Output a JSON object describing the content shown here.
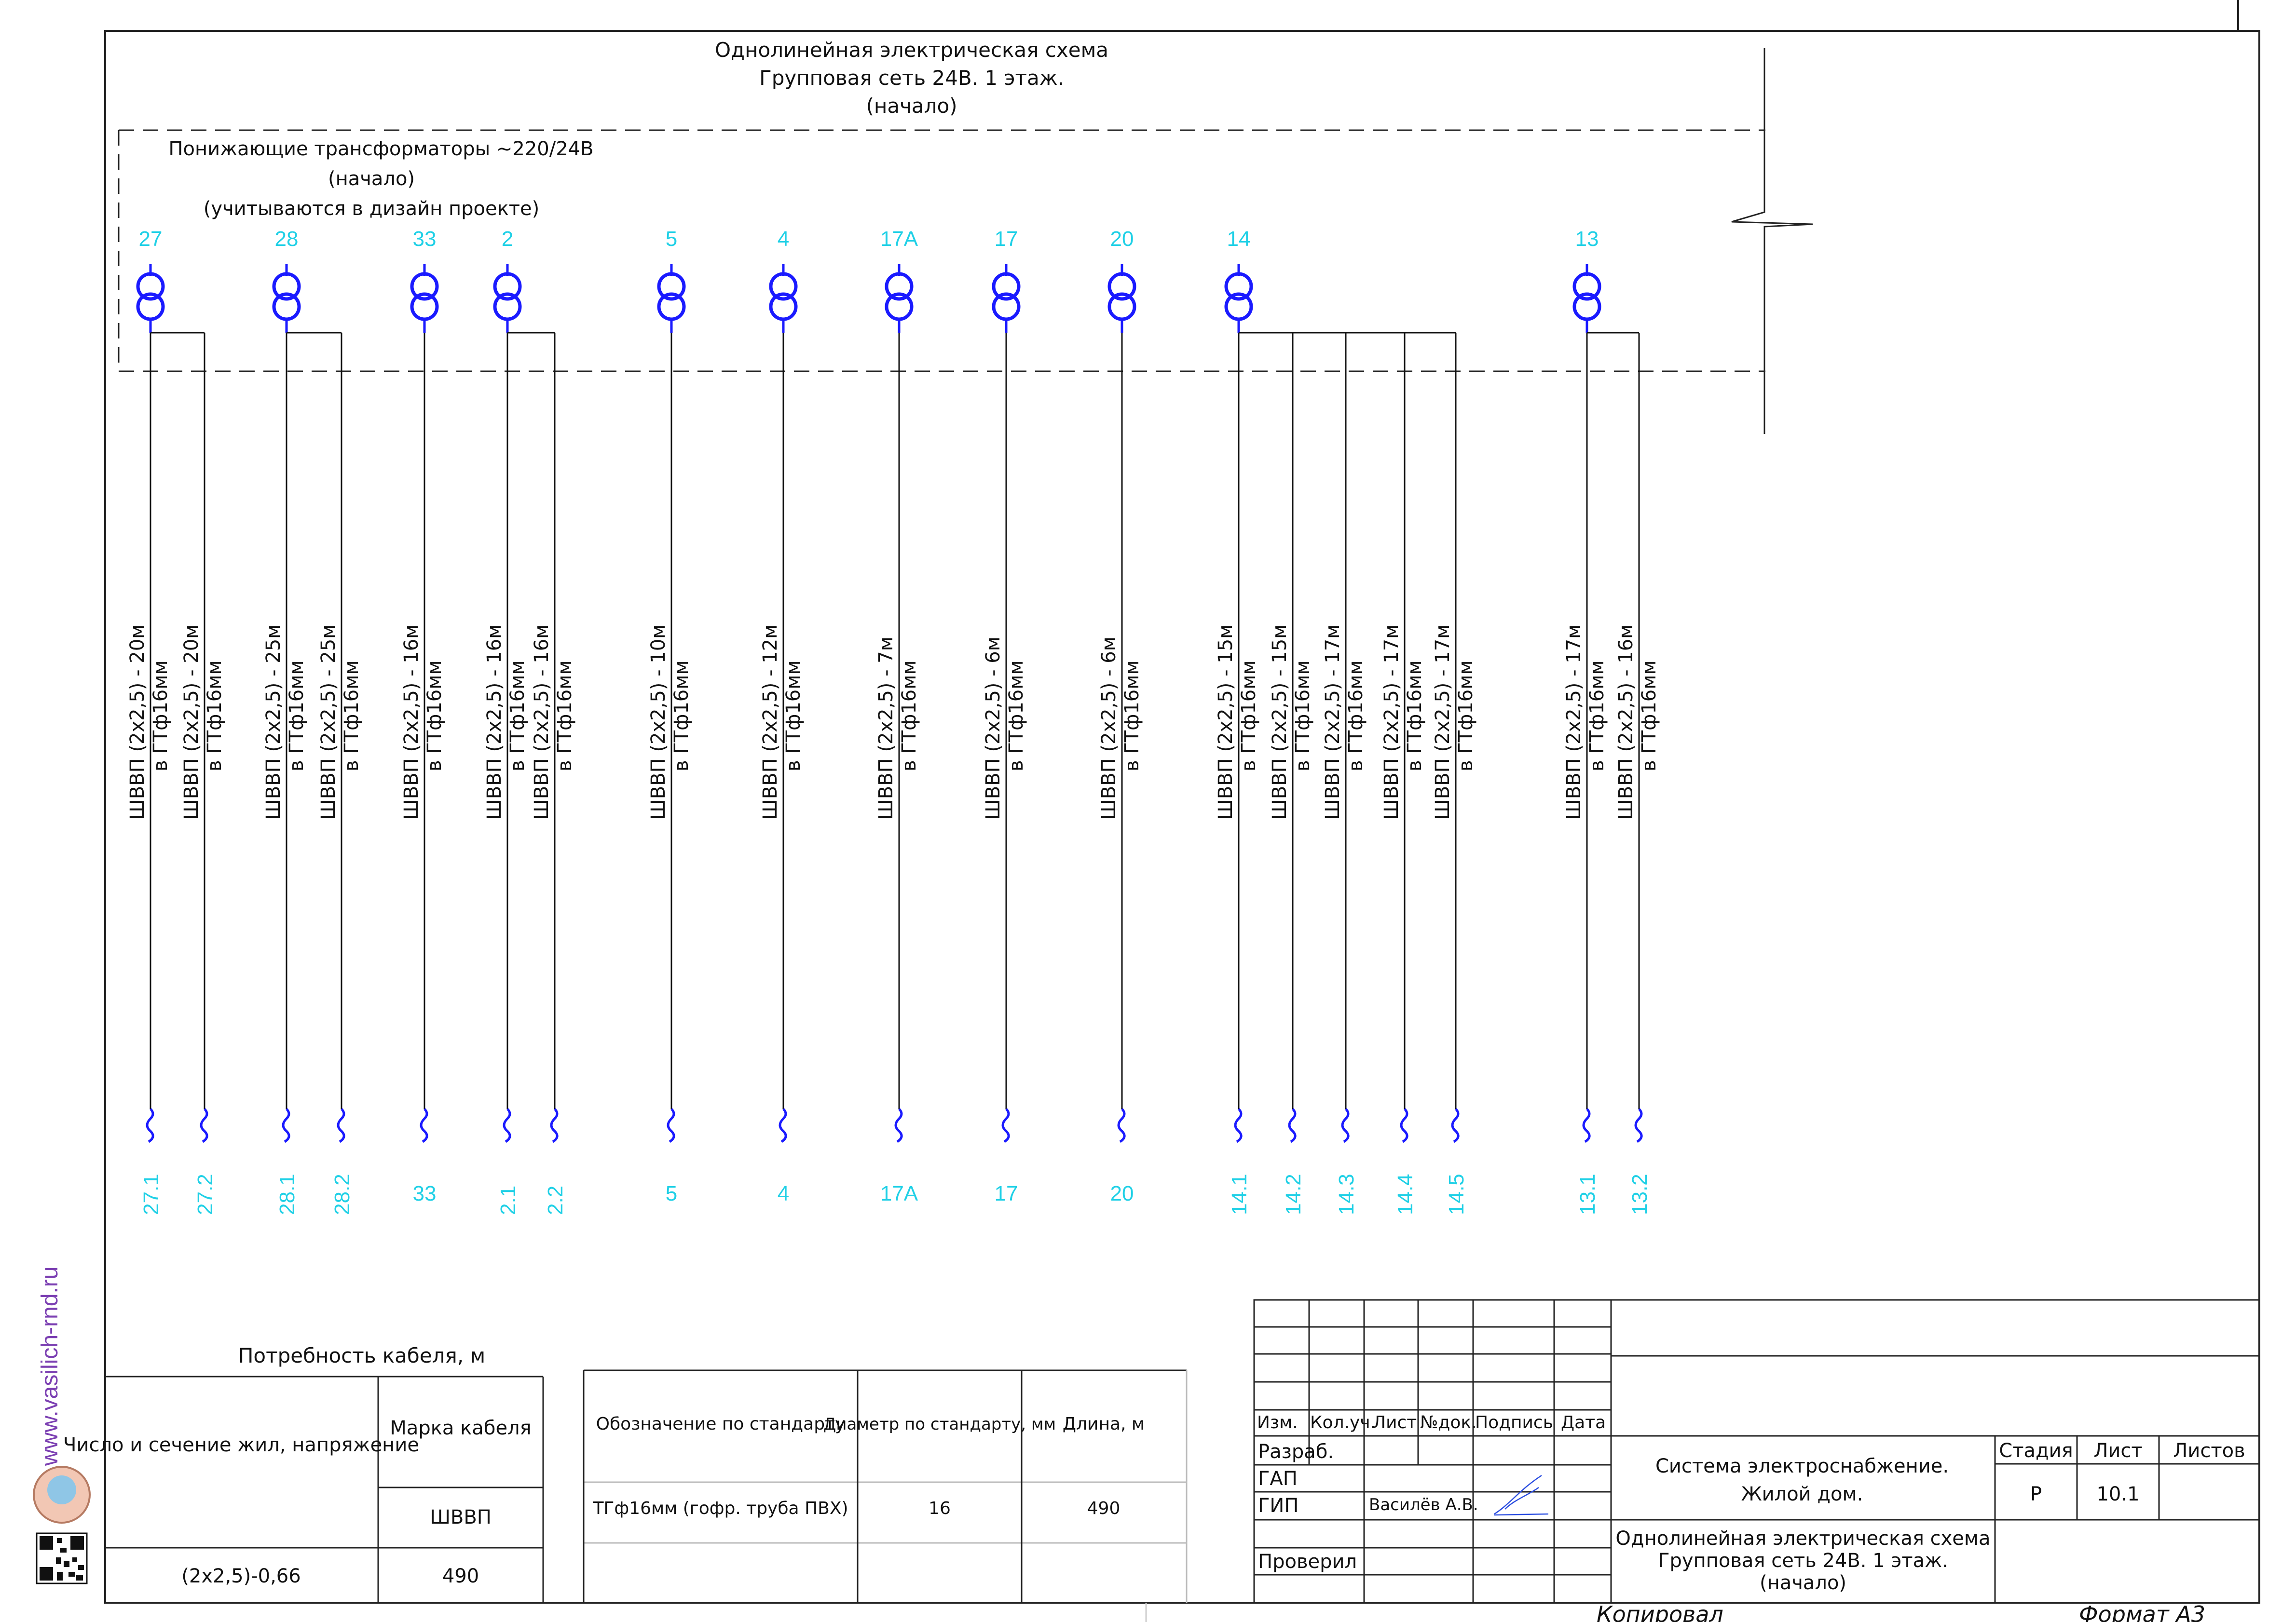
{
  "title": {
    "lines": [
      "Однолинейная электрическая схема",
      "Групповая сеть 24В. 1 этаж.",
      "(начало)"
    ]
  },
  "transformers_box": {
    "caption": [
      "Понижающие трансформаторы ~220/24В",
      "(начало)",
      "(учитываются в дизайн проекте)"
    ]
  },
  "transformers": [
    {
      "id": "27",
      "lines": [
        {
          "cable": "ШВВП (2х2,5) - 20м",
          "conduit": "в ГТф16мм",
          "outlet": "27.1"
        },
        {
          "cable": "ШВВП (2х2,5) - 20м",
          "conduit": "в ГТф16мм",
          "outlet": "27.2"
        }
      ]
    },
    {
      "id": "28",
      "lines": [
        {
          "cable": "ШВВП (2х2,5) - 25м",
          "conduit": "в ГТф16мм",
          "outlet": "28.1"
        },
        {
          "cable": "ШВВП (2х2,5) - 25м",
          "conduit": "в ГТф16мм",
          "outlet": "28.2"
        }
      ]
    },
    {
      "id": "33",
      "lines": [
        {
          "cable": "ШВВП (2х2,5) - 16м",
          "conduit": "в ГТф16мм",
          "outlet": "33"
        }
      ]
    },
    {
      "id": "2",
      "lines": [
        {
          "cable": "ШВВП (2х2,5) - 16м",
          "conduit": "в ГТф16мм",
          "outlet": "2.1"
        },
        {
          "cable": "ШВВП (2х2,5) - 16м",
          "conduit": "в ГТф16мм",
          "outlet": "2.2"
        }
      ]
    },
    {
      "id": "5",
      "lines": [
        {
          "cable": "ШВВП (2х2,5) - 10м",
          "conduit": "в ГТф16мм",
          "outlet": "5"
        }
      ]
    },
    {
      "id": "4",
      "lines": [
        {
          "cable": "ШВВП (2х2,5) - 12м",
          "conduit": "в ГТф16мм",
          "outlet": "4"
        }
      ]
    },
    {
      "id": "17А",
      "lines": [
        {
          "cable": "ШВВП (2х2,5) - 7м",
          "conduit": "в ГТф16мм",
          "outlet": "17А"
        }
      ]
    },
    {
      "id": "17",
      "lines": [
        {
          "cable": "ШВВП (2х2,5) - 6м",
          "conduit": "в ГТф16мм",
          "outlet": "17"
        }
      ]
    },
    {
      "id": "20",
      "lines": [
        {
          "cable": "ШВВП (2х2,5) - 6м",
          "conduit": "в ГТф16мм",
          "outlet": "20"
        }
      ]
    },
    {
      "id": "14",
      "lines": [
        {
          "cable": "ШВВП (2х2,5) - 15м",
          "conduit": "в ГТф16мм",
          "outlet": "14.1"
        },
        {
          "cable": "ШВВП (2х2,5) - 15м",
          "conduit": "в ГТф16мм",
          "outlet": "14.2"
        },
        {
          "cable": "ШВВП (2х2,5) - 17м",
          "conduit": "в ГТф16мм",
          "outlet": "14.3"
        },
        {
          "cable": "ШВВП (2х2,5) - 17м",
          "conduit": "в ГТф16мм",
          "outlet": "14.4"
        },
        {
          "cable": "ШВВП (2х2,5) - 17м",
          "conduit": "в ГТф16мм",
          "outlet": "14.5"
        }
      ]
    },
    {
      "id": "13",
      "lines": [
        {
          "cable": "ШВВП (2х2,5) - 17м",
          "conduit": "в ГТф16мм",
          "outlet": "13.1"
        },
        {
          "cable": "ШВВП (2х2,5) - 16м",
          "conduit": "в ГТф16мм",
          "outlet": "13.2"
        }
      ]
    }
  ],
  "cable_table": {
    "caption": "Потребность кабеля, м",
    "col1_header": "Число и сечение жил, напряжение",
    "col2_header": "Марка кабеля",
    "brand": "ШВВП",
    "row_spec": "(2х2,5)-0,66",
    "row_value": "490"
  },
  "conduit_table": {
    "headers": [
      "Обозначение по стандарту",
      "Диаметр по стандарту, мм",
      "Длина, м"
    ],
    "row": [
      "ТГф16мм (гофр. труба ПВХ)",
      "16",
      "490"
    ]
  },
  "title_block": {
    "columns": [
      "Изм.",
      "Кол.уч.",
      "Лист",
      "№док.",
      "Подпись",
      "Дата"
    ],
    "roles": [
      "Разраб.",
      "ГАП",
      "ГИП",
      "",
      "Проверил"
    ],
    "gip_name": "Василёв А.В.",
    "project": [
      "Система электроснабжение.",
      "Жилой дом."
    ],
    "sheet_title": [
      "Однолинейная электрическая схема",
      "Групповая сеть 24В. 1 этаж.",
      "(начало)"
    ],
    "stage_header": "Стадия",
    "sheet_header": "Лист",
    "sheets_header": "Листов",
    "stage": "Р",
    "sheet": "10.1",
    "sheets": ""
  },
  "footer": {
    "copied": "Копировал",
    "format": "Формат А3"
  },
  "side": {
    "url": "www.vasilich-rnd.ru"
  },
  "colors": {
    "transformer": "#1a1aff",
    "label": "#1fd0e6",
    "line": "#111111",
    "url": "#7b3fb2"
  }
}
